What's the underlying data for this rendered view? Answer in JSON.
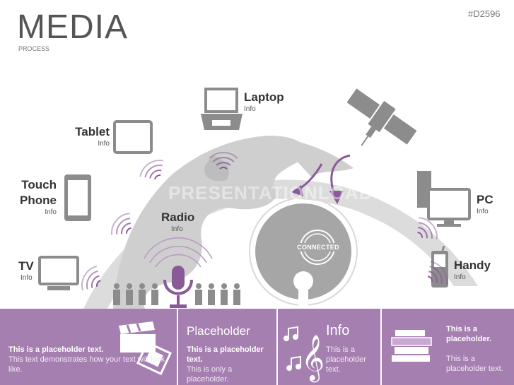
{
  "header": {
    "title": "MEDIA",
    "subtitle": "PROCESS",
    "code": "#D2596"
  },
  "devices": {
    "laptop": {
      "label": "Laptop",
      "info": "Info"
    },
    "tablet": {
      "label": "Tablet",
      "info": "Info"
    },
    "touch_phone": {
      "label_line1": "Touch",
      "label_line2": "Phone",
      "info": "Info"
    },
    "radio": {
      "label": "Radio",
      "info": "Info"
    },
    "tv": {
      "label": "TV",
      "info": "Info"
    },
    "pc": {
      "label": "PC",
      "info": "Info"
    },
    "handy": {
      "label": "Handy",
      "info": "Info"
    }
  },
  "center": {
    "badge": "CONNECTED",
    "watermark": "PRESENTATIONLOAD"
  },
  "panels": [
    {
      "bold": "This is a placeholder text.",
      "text": "This text demonstrates how your text will look like."
    },
    {
      "heading": "Placeholder",
      "bold": "This is a placeholder text.",
      "text": "This is only a placeholder."
    },
    {
      "heading": "Info",
      "text": "This is a placeholder text."
    },
    {
      "bold": "This is a placeholder.",
      "text": "This is a placeholder text."
    }
  ],
  "colors": {
    "accent": "#a57fb0",
    "gray": "#8c8c8c",
    "light_gray": "#d9d9d9",
    "purple_dark": "#7a4f88"
  },
  "icons": [
    "laptop-icon",
    "tablet-icon",
    "smartphone-icon",
    "tv-icon",
    "desktop-pc-icon",
    "mobile-phone-icon",
    "microphone-icon",
    "satellite-icon",
    "globe-icon",
    "people-icon",
    "clapperboard-icon",
    "film-strip-icon",
    "music-note-icon",
    "treble-clef-icon",
    "books-icon"
  ]
}
